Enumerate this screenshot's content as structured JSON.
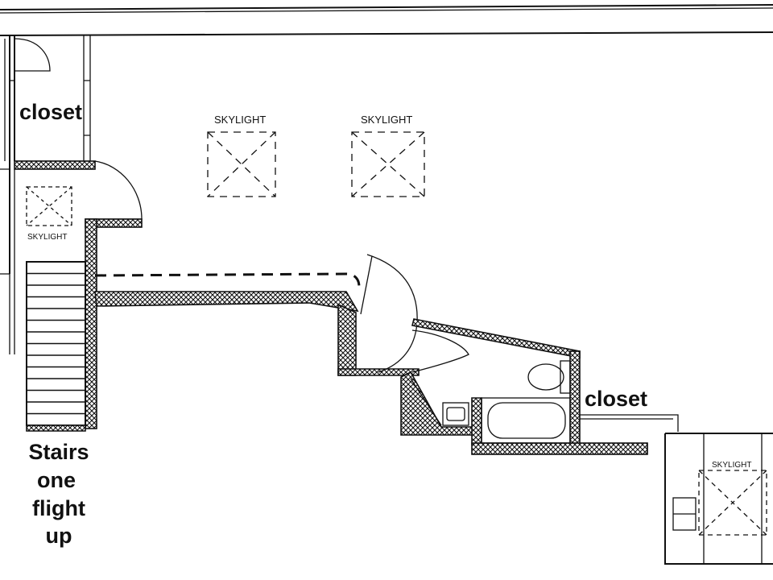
{
  "labels": {
    "closet_top_left": "closet",
    "closet_right": "closet",
    "skylight_1": "SKYLIGHT",
    "skylight_2": "SKYLIGHT",
    "skylight_3": "SKYLIGHT",
    "skylight_4": "SKYLIGHT",
    "stairs_line1": "Stairs",
    "stairs_line2": "one",
    "stairs_line3": "flight",
    "stairs_line4": "up"
  },
  "colors": {
    "ink": "#111111",
    "paper": "#ffffff"
  }
}
